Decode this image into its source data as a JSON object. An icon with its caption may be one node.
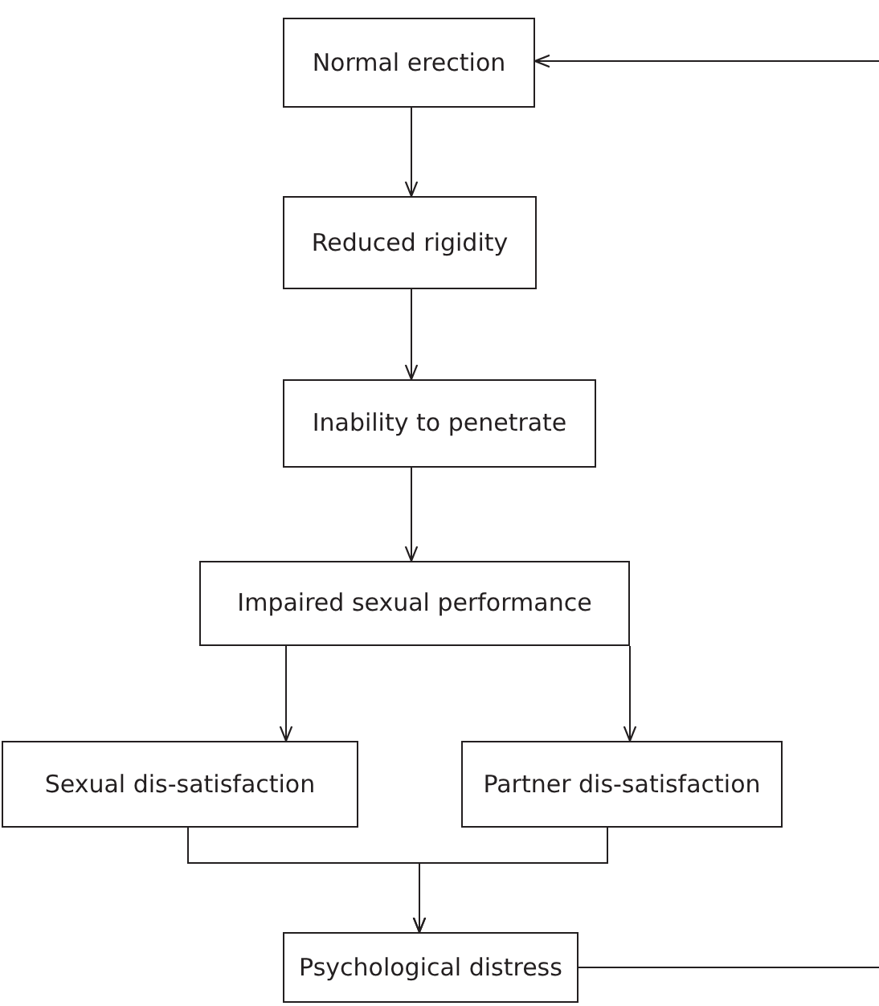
{
  "diagram": {
    "nodes": [
      {
        "text": [
          "Normal erection"
        ]
      },
      {
        "text": [
          "Reduced rigidity"
        ]
      },
      {
        "text": [
          "Inability to penetrate"
        ]
      },
      {
        "text": [
          "Impaired sexual performance"
        ]
      },
      {
        "text": [
          "Sexual dis-satisfaction"
        ]
      },
      {
        "text": [
          "Partner dis-satisfaction"
        ]
      },
      {
        "text": [
          "Psychological distress"
        ]
      }
    ],
    "edges": [
      {
        "from": null,
        "to": 0,
        "arrow": "to"
      },
      {
        "from": 0,
        "to": 1,
        "arrow": "to"
      },
      {
        "from": 1,
        "to": 2,
        "arrow": "to"
      },
      {
        "from": 2,
        "to": 3,
        "arrow": "to"
      },
      {
        "from": 3,
        "to": 4,
        "arrow": "to"
      },
      {
        "from": 3,
        "to": 5,
        "arrow": "to"
      },
      {
        "from": 4,
        "to": 6,
        "arrow": "to"
      },
      {
        "from": 5,
        "to": 6,
        "arrow": "to"
      },
      {
        "from": 6,
        "to": null,
        "arrow": "none"
      }
    ]
  }
}
